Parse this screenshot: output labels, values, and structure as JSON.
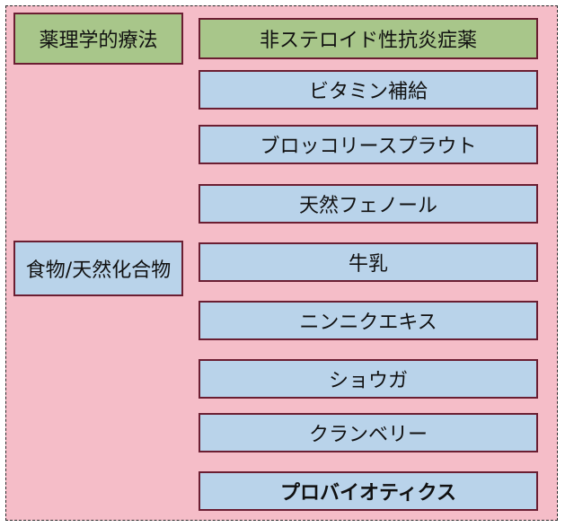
{
  "categories": {
    "pharmacological": "薬理学的療法",
    "natural": "食物/天然化合物"
  },
  "items": {
    "nsaid": "非ステロイド性抗炎症薬",
    "vitamin": "ビタミン補給",
    "broccoli": "ブロッコリースプラウト",
    "phenol": "天然フェノール",
    "milk": "牛乳",
    "garlic": "ニンニクエキス",
    "ginger": "ショウガ",
    "cranberry": "クランベリー",
    "probiotics": "プロバイオティクス"
  },
  "colors": {
    "panel_background": "#f5bdc8",
    "green_box": "#a8c68a",
    "blue_box": "#b9d3ea",
    "box_border": "#6b1e32"
  }
}
